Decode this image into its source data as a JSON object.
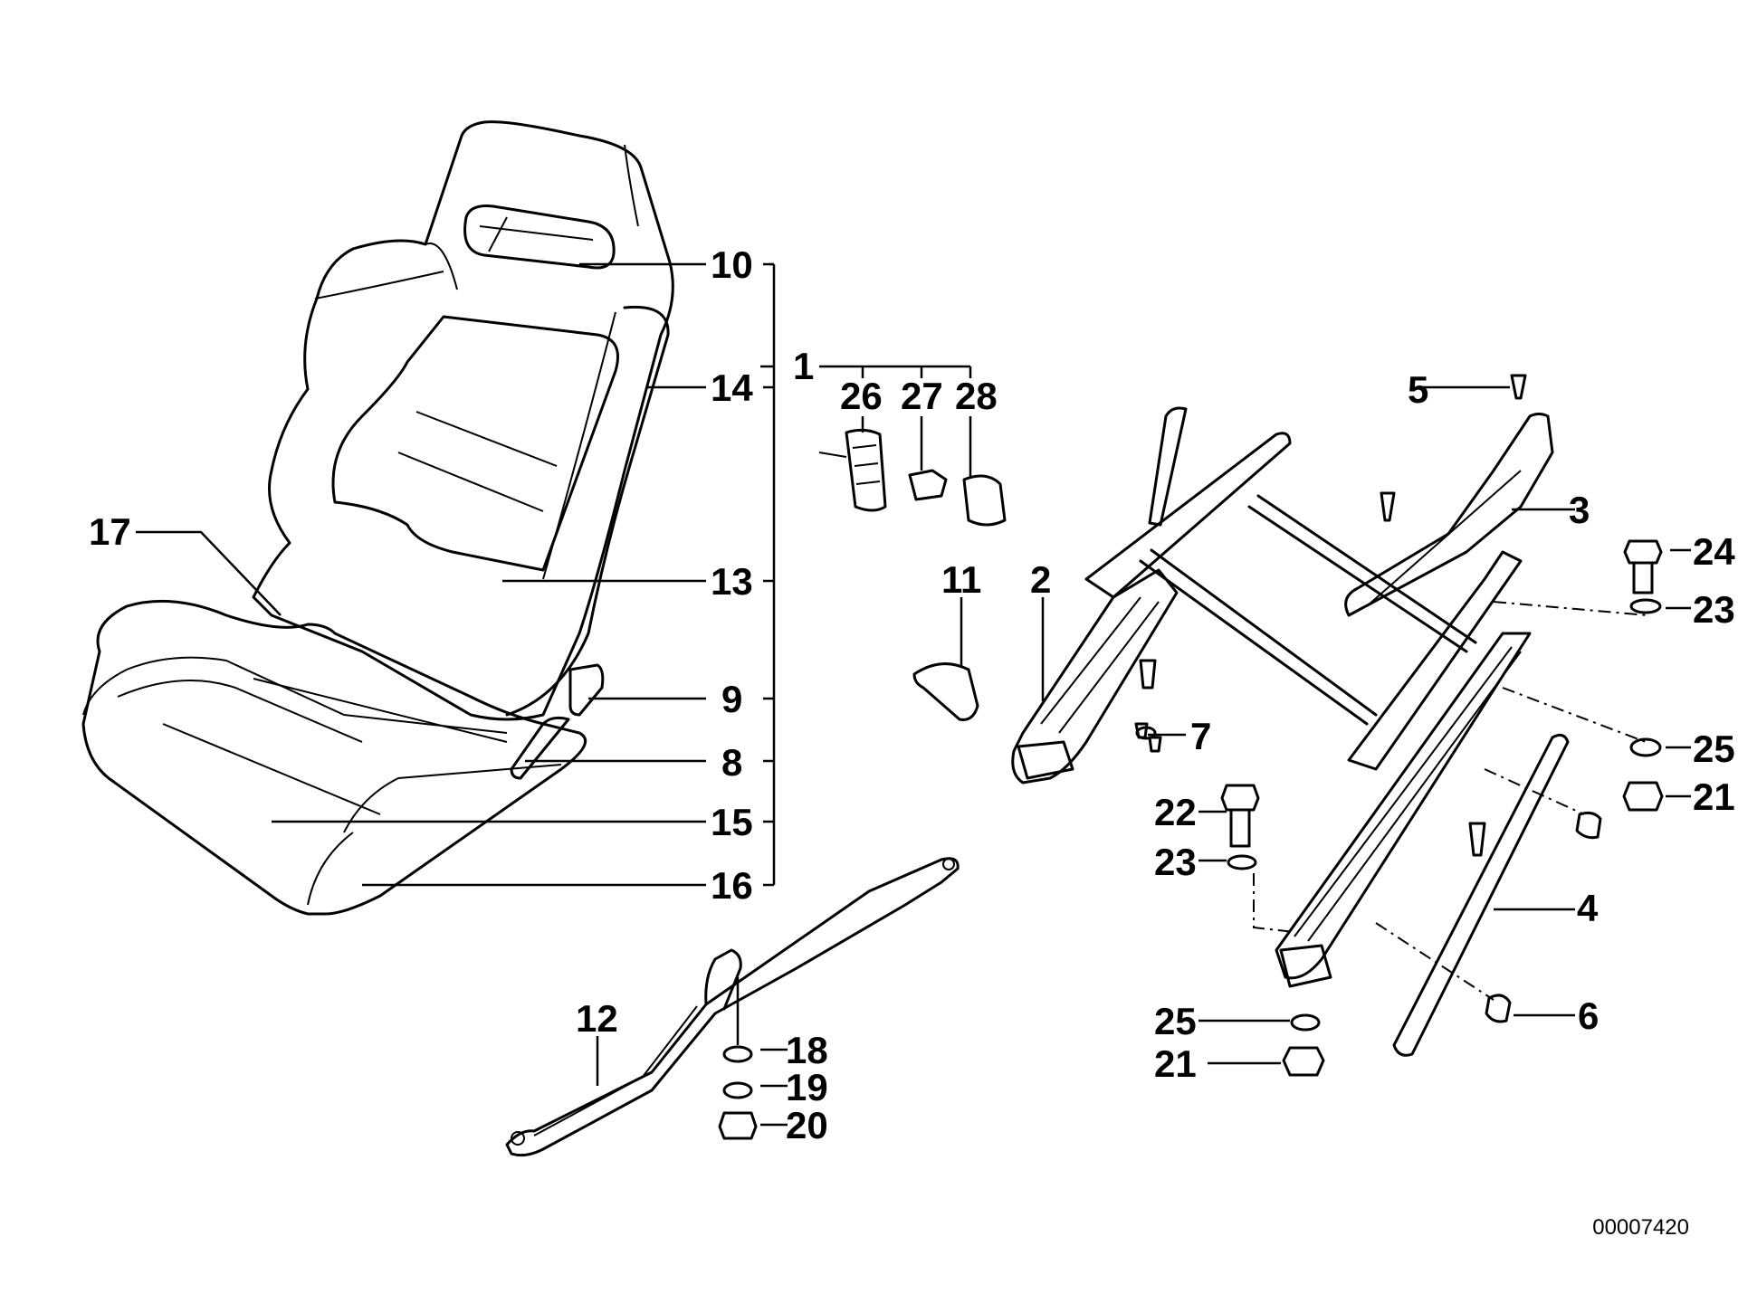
{
  "diagram": {
    "document_number": "00007420",
    "callouts": [
      {
        "id": "c1",
        "text": "1"
      },
      {
        "id": "c2",
        "text": "2"
      },
      {
        "id": "c3",
        "text": "3"
      },
      {
        "id": "c4",
        "text": "4"
      },
      {
        "id": "c5",
        "text": "5"
      },
      {
        "id": "c6",
        "text": "6"
      },
      {
        "id": "c7",
        "text": "7"
      },
      {
        "id": "c8",
        "text": "8"
      },
      {
        "id": "c9",
        "text": "9"
      },
      {
        "id": "c10",
        "text": "10"
      },
      {
        "id": "c11",
        "text": "11"
      },
      {
        "id": "c12",
        "text": "12"
      },
      {
        "id": "c13",
        "text": "13"
      },
      {
        "id": "c14",
        "text": "14"
      },
      {
        "id": "c15",
        "text": "15"
      },
      {
        "id": "c16",
        "text": "16"
      },
      {
        "id": "c17",
        "text": "17"
      },
      {
        "id": "c18",
        "text": "18"
      },
      {
        "id": "c19",
        "text": "19"
      },
      {
        "id": "c20",
        "text": "20"
      },
      {
        "id": "c21a",
        "text": "21"
      },
      {
        "id": "c21b",
        "text": "21"
      },
      {
        "id": "c22",
        "text": "22"
      },
      {
        "id": "c23a",
        "text": "23"
      },
      {
        "id": "c23b",
        "text": "23"
      },
      {
        "id": "c24",
        "text": "24"
      },
      {
        "id": "c25a",
        "text": "25"
      },
      {
        "id": "c25b",
        "text": "25"
      },
      {
        "id": "c26",
        "text": "26"
      },
      {
        "id": "c27",
        "text": "27"
      },
      {
        "id": "c28",
        "text": "28"
      }
    ]
  }
}
